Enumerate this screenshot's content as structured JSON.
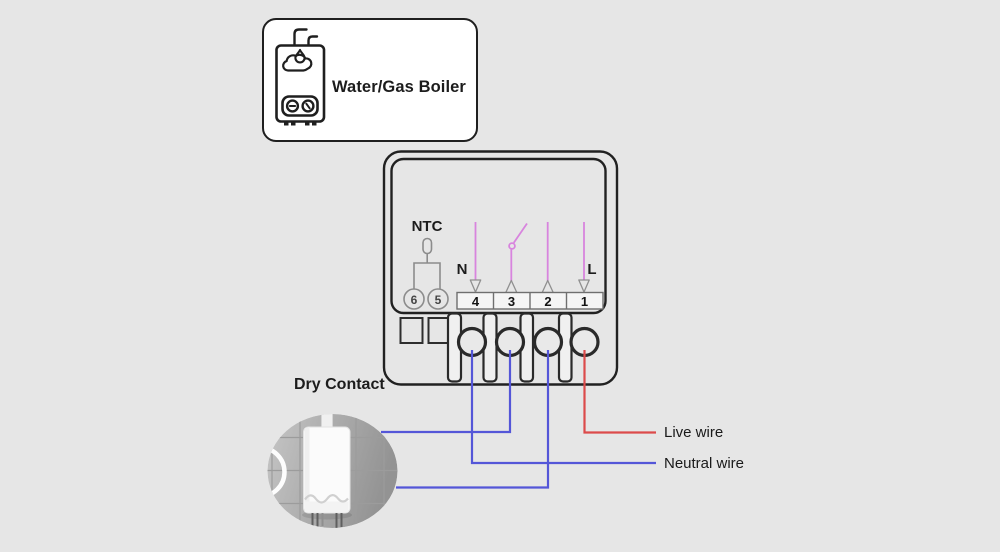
{
  "title_box": {
    "label": "Water/Gas Boiler",
    "icon": "gas-boiler-line-icon"
  },
  "device": {
    "name_label": "Dry Contact",
    "sensor_label": "NTC",
    "neutral_marker": "N",
    "live_marker": "L",
    "terminal_numbers": [
      "4",
      "3",
      "2",
      "1"
    ],
    "sensor_terminal_numbers": [
      "6",
      "5"
    ]
  },
  "legend": {
    "live_wire": "Live wire",
    "neutral_wire": "Neutral wire"
  },
  "photo": {
    "icon": "wall-mounted-boiler-photo"
  },
  "colors": {
    "background": "#e6e6e6",
    "live_wire": "#dc4b4b",
    "neutral_wire": "#5456d8",
    "signal_line": "#d884de",
    "outline": "#1f1f1f"
  }
}
